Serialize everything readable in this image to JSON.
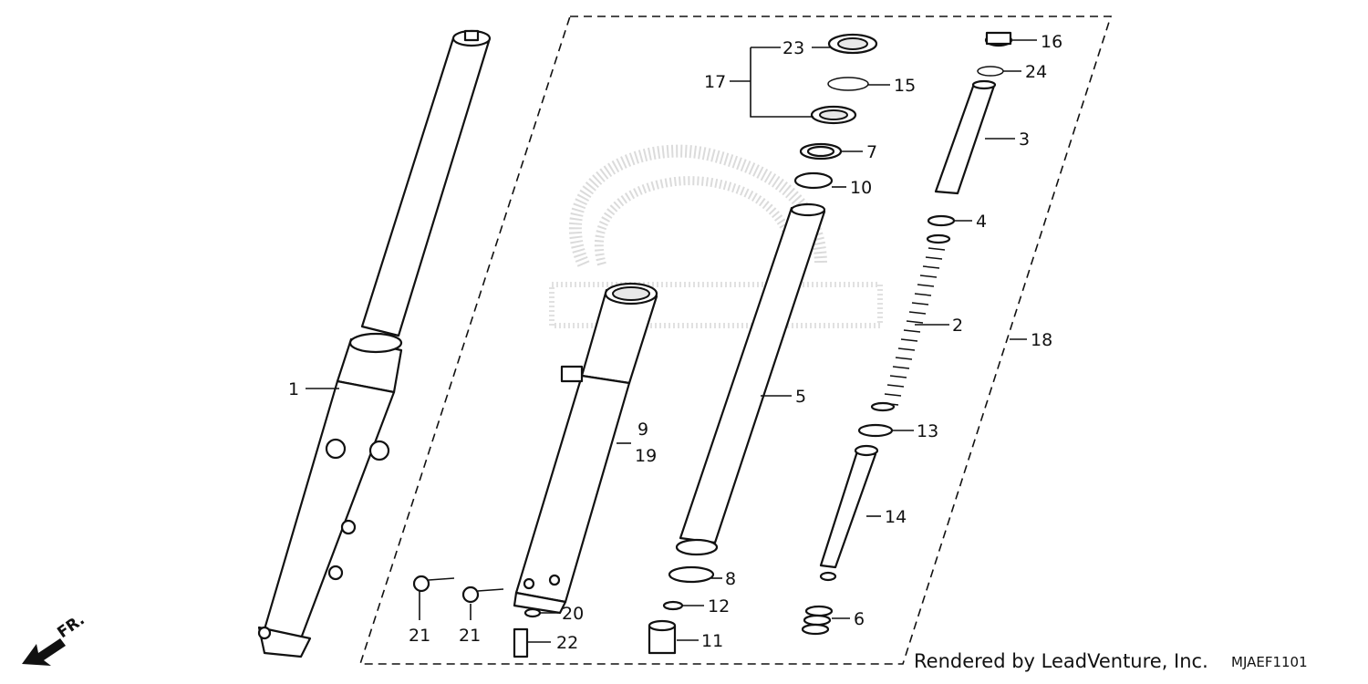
{
  "callouts": {
    "c1": "1",
    "c2": "2",
    "c3": "3",
    "c4": "4",
    "c5": "5",
    "c6": "6",
    "c7": "7",
    "c8": "8",
    "c9": "9",
    "c10": "10",
    "c11": "11",
    "c12": "12",
    "c13": "13",
    "c14": "14",
    "c15": "15",
    "c16": "16",
    "c17": "17",
    "c18": "18",
    "c19": "19",
    "c20": "20",
    "c21a": "21",
    "c21b": "21",
    "c22": "22",
    "c23": "23",
    "c24": "24"
  },
  "footer": {
    "credit": "Rendered by LeadVenture, Inc.",
    "diagram_code": "MJAEF1101"
  },
  "direction_marker": {
    "label": "FR."
  }
}
